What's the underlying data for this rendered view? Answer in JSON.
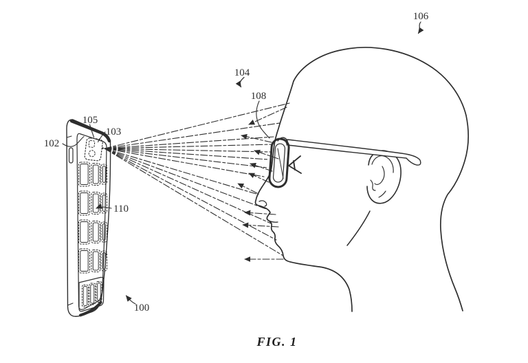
{
  "figure": {
    "caption": "FIG. 1"
  },
  "labels": {
    "l100": "100",
    "l102": "102",
    "l103": "103",
    "l104": "104",
    "l105": "105",
    "l106": "106",
    "l108": "108",
    "l110": "110"
  },
  "colors": {
    "ink": "#2e2e2e",
    "background": "#ffffff"
  }
}
